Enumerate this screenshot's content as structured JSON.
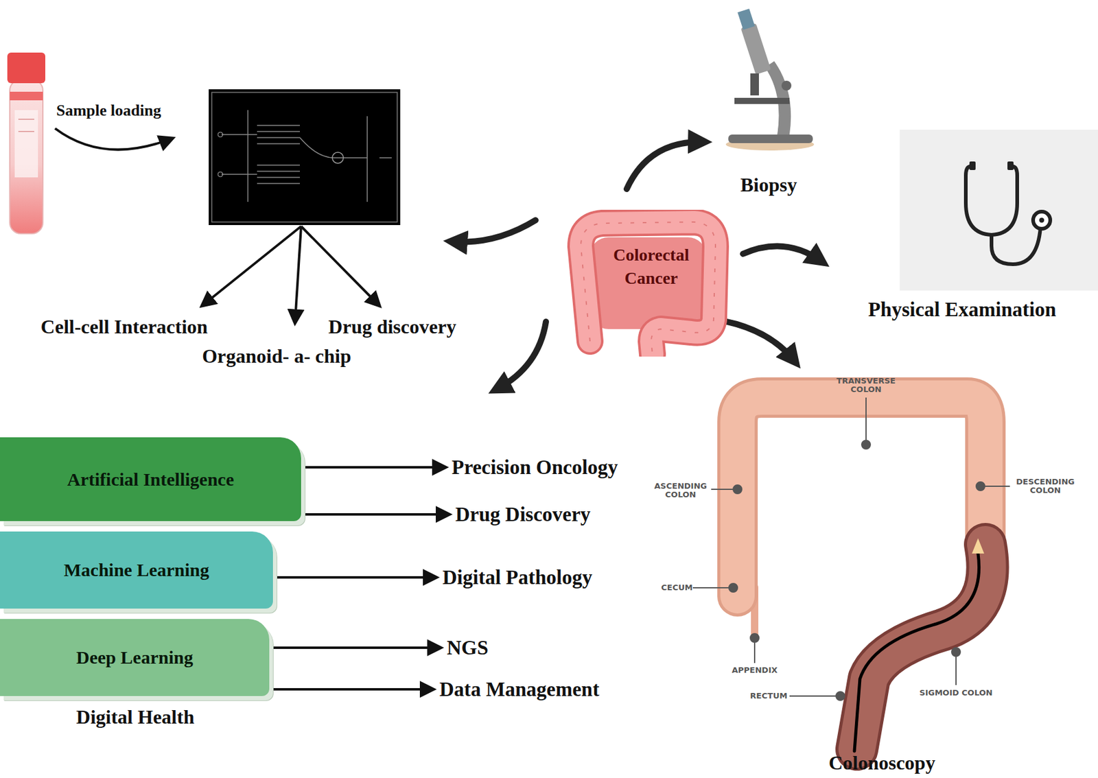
{
  "diagram": {
    "nodes": [
      {
        "text": [
          "Colorectal Cancer"
        ]
      },
      {
        "text": [
          "Physical Examination"
        ]
      },
      {
        "text": [
          "Artificial Intelligence"
        ]
      },
      {
        "text": [
          "Machine Learning"
        ]
      },
      {
        "text": [
          "Deep Learning"
        ]
      }
    ],
    "edges": [
      {
        "from": 0,
        "to": 1,
        "arrow": "to"
      }
    ],
    "labels": [
      "Sample loading",
      "Cell-cell Interaction",
      "Drug discovery",
      "Organoid- a- chip",
      "Biopsy",
      "Precision Oncology",
      "Drug Discovery",
      "Digital Pathology",
      "NGS",
      "Data Management",
      "Digital Health",
      "TRANSVERSE COLON",
      "ASCENDING COLON",
      "DESCENDING COLON",
      "CECUM",
      "APPENDIX",
      "RECTUM",
      "SIGMOID COLON",
      "Colonoscopy"
    ]
  }
}
